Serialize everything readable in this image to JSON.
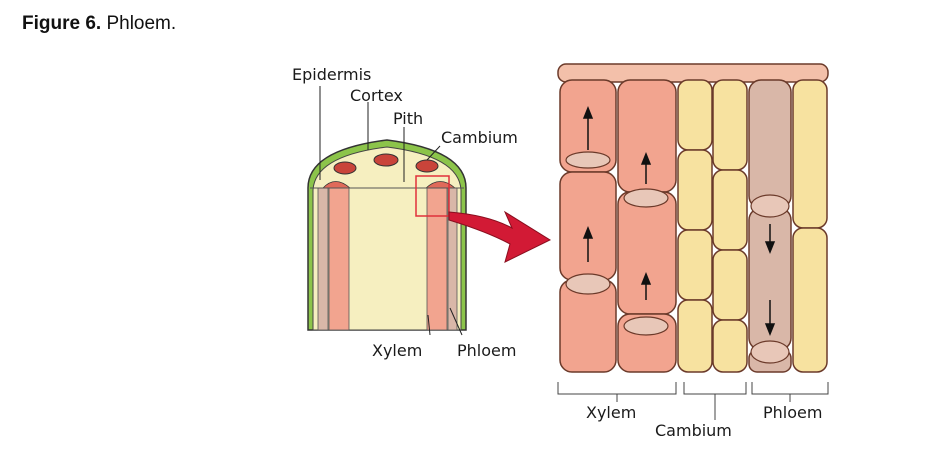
{
  "caption": {
    "label": "Figure 6.",
    "text": " Phloem."
  },
  "stem_labels": {
    "epidermis": "Epidermis",
    "cortex": "Cortex",
    "pith": "Pith",
    "cambium": "Cambium",
    "xylem": "Xylem",
    "phloem": "Phloem"
  },
  "detail_labels": {
    "xylem": "Xylem",
    "cambium": "Cambium",
    "phloem": "Phloem"
  },
  "colors": {
    "xylem": "#f2a48f",
    "phloem": "#d9b7a8",
    "cambium": "#f7e2a0",
    "cortex": "#f6efc0",
    "epidermis": "#8cc44a",
    "arrow": "#d21a35"
  }
}
